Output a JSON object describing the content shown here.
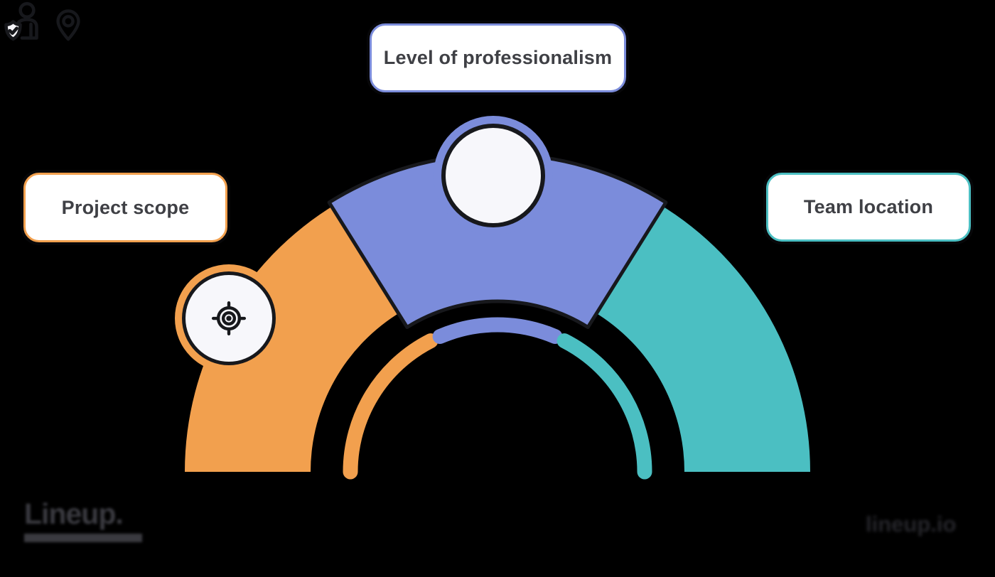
{
  "colors": {
    "orange": "#F2A04E",
    "blue": "#7B8CDB",
    "teal": "#4BBFC2",
    "ink": "#17181C",
    "text": "#3F4045",
    "card_bg": "#FFFFFF",
    "circle_bg": "#F7F7FB",
    "logo_left": "#3A3A40",
    "logo_right": "#26262B",
    "background": "#000000"
  },
  "diagram": {
    "type": "semicircular-gauge-infographic",
    "items": [
      {
        "label": "Project scope",
        "color": "orange",
        "icon": "target-icon",
        "position": "left"
      },
      {
        "label": "Level of professionalism",
        "color": "blue",
        "icon": "user-shield-icon",
        "position": "top"
      },
      {
        "label": "Team location",
        "color": "teal",
        "icon": "location-pin-icon",
        "position": "right"
      }
    ]
  },
  "watermarks": {
    "bottom_left": "Lineup.",
    "bottom_right": "lineup.io"
  }
}
